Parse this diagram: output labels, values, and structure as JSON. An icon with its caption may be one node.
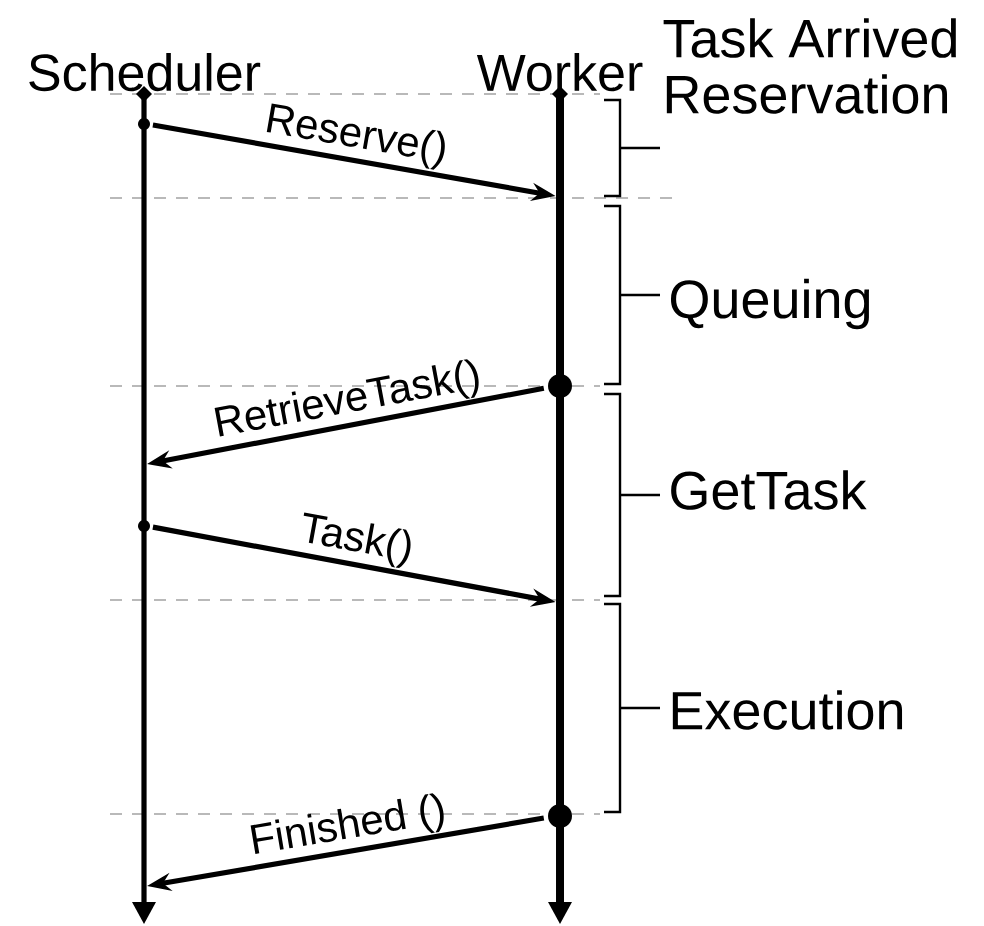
{
  "diagram": {
    "nodes": [
      {
        "text": [
          "Scheduler"
        ]
      },
      {
        "text": [
          "Worker"
        ]
      }
    ],
    "edges": [
      {
        "from": 0,
        "to": 1,
        "arrow": "to",
        "label": "Reserve()"
      },
      {
        "from": 1,
        "to": 0,
        "arrow": "to",
        "label": "RetrieveTask()"
      },
      {
        "from": 0,
        "to": 1,
        "arrow": "to",
        "label": "Task()"
      },
      {
        "from": 1,
        "to": 0,
        "arrow": "to",
        "label": "Finished ()"
      }
    ],
    "labels": [
      "Task Arrived",
      "Reservation",
      "Queuing",
      "GetTask",
      "Execution"
    ]
  }
}
